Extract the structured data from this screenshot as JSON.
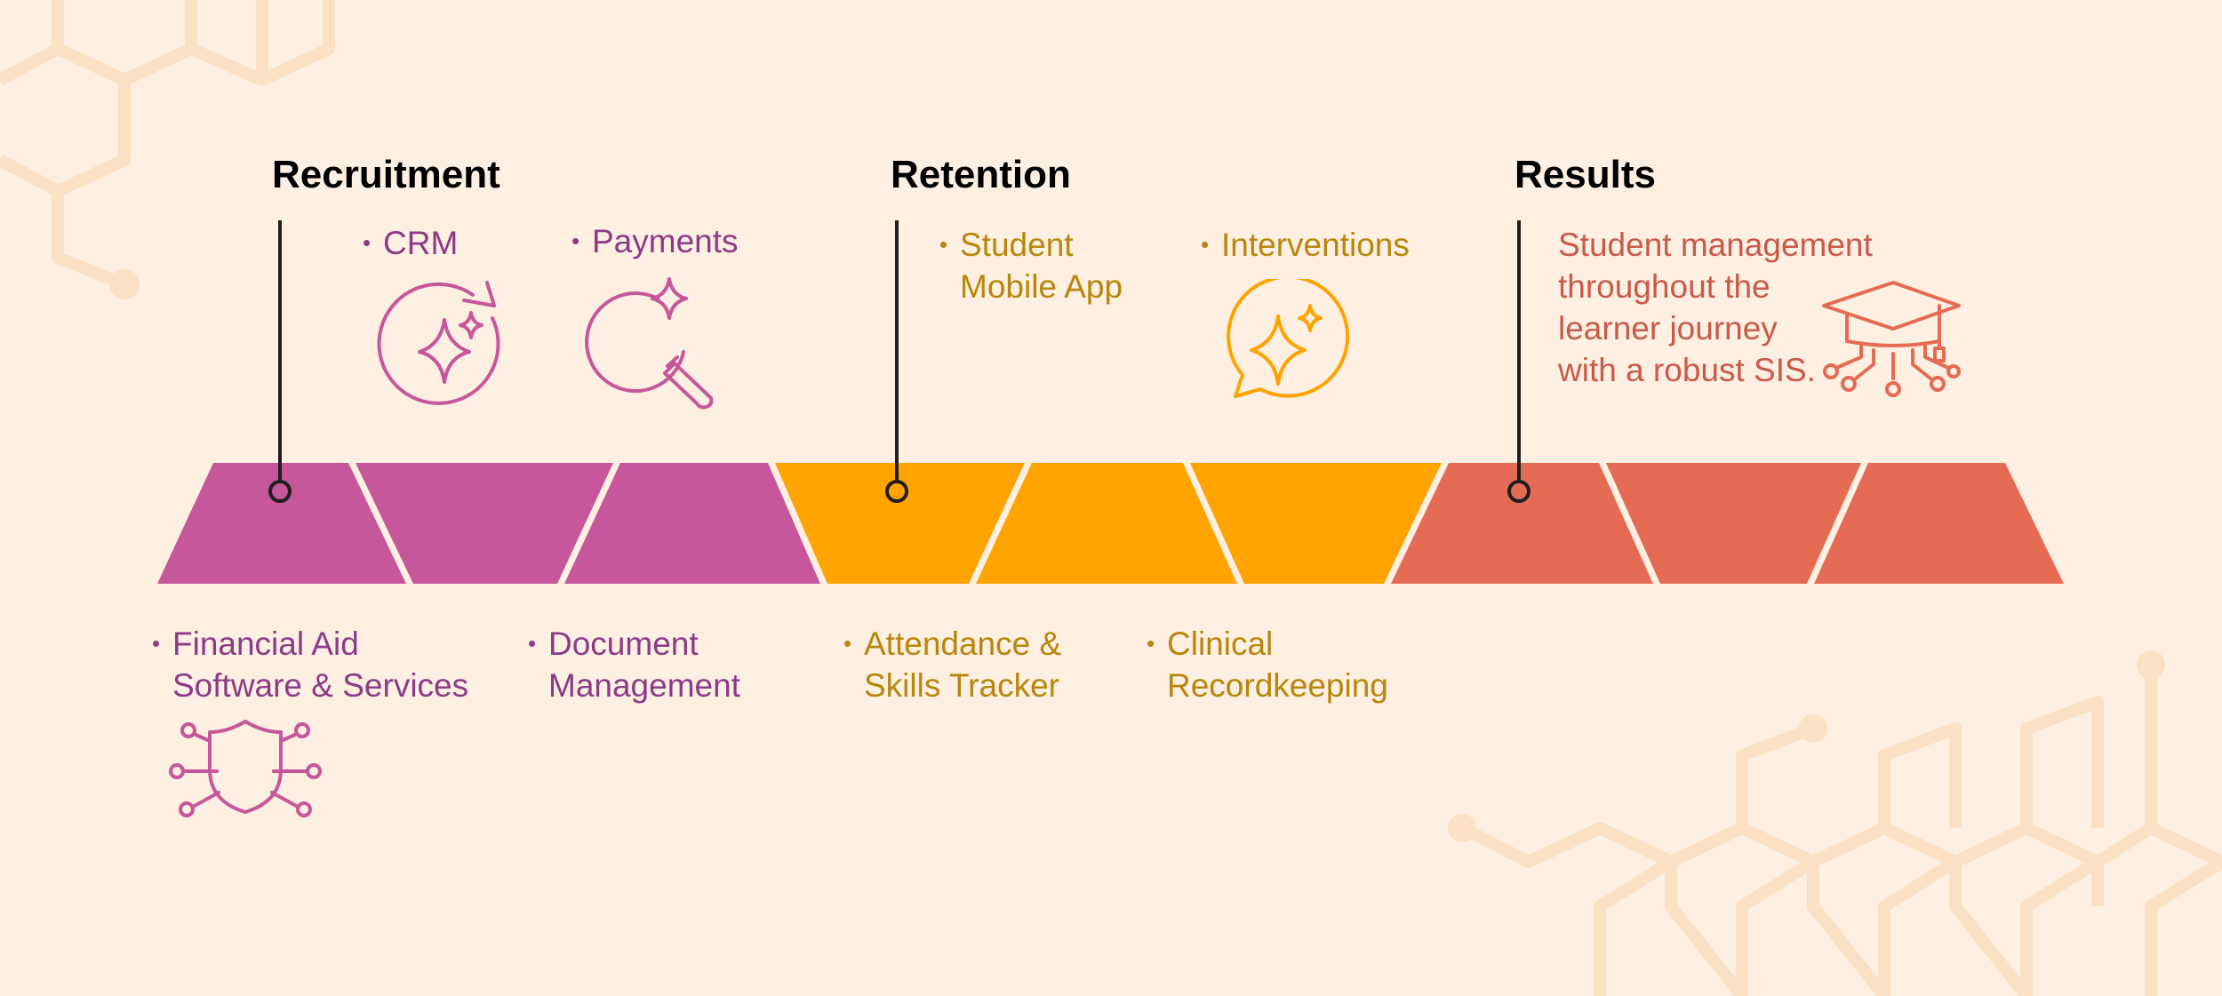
{
  "colors": {
    "background": "#fdf0e2",
    "decoration": "#fbe0c3",
    "recruitment": "#c5579a",
    "recruitment_text": "#8b3b86",
    "retention": "#ffa300",
    "retention_text": "#b8860b",
    "results": "#e56b54",
    "results_text": "#c9594a",
    "marker": "#1f1f1f"
  },
  "phases": [
    {
      "id": "recruitment",
      "title": "Recruitment",
      "color": "#c5579a"
    },
    {
      "id": "retention",
      "title": "Retention",
      "color": "#ffa300"
    },
    {
      "id": "results",
      "title": "Results",
      "color": "#e56b54"
    }
  ],
  "items": {
    "crm": {
      "bullet": "•",
      "lines": [
        "CRM"
      ]
    },
    "payments": {
      "bullet": "•",
      "lines": [
        "Payments"
      ]
    },
    "financial_aid": {
      "bullet": "•",
      "lines": [
        "Financial Aid",
        "Software & Services"
      ]
    },
    "document_management": {
      "bullet": "•",
      "lines": [
        "Document",
        "Management"
      ]
    },
    "student_mobile_app": {
      "bullet": "•",
      "lines": [
        "Student",
        "Mobile App"
      ]
    },
    "interventions": {
      "bullet": "•",
      "lines": [
        "Interventions"
      ]
    },
    "attendance": {
      "bullet": "•",
      "lines": [
        "Attendance &",
        "Skills Tracker"
      ]
    },
    "clinical": {
      "bullet": "•",
      "lines": [
        "Clinical",
        "Recordkeeping"
      ]
    }
  },
  "results_description": {
    "lines": [
      "Student management",
      "throughout the",
      "learner journey",
      "with a robust SIS."
    ]
  },
  "icons": {
    "crm": "sparkle-refresh-icon",
    "payments": "sparkle-magnifier-icon",
    "financial_aid": "shield-circuit-icon",
    "interventions": "sparkle-chat-icon",
    "results": "graduation-cap-circuit-icon"
  }
}
